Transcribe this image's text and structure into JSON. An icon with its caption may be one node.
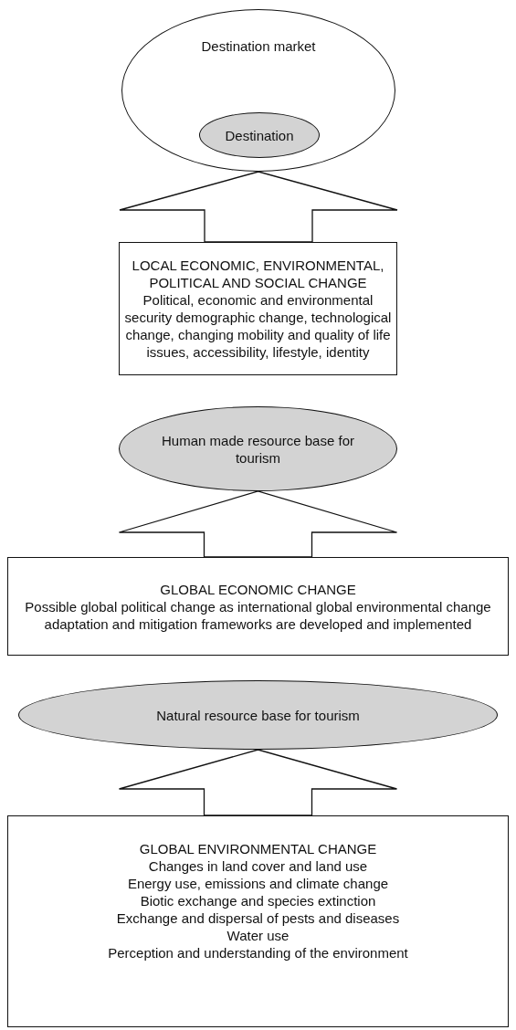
{
  "diagram": {
    "nodes": [
      {
        "text": [
          "Destination market"
        ]
      },
      {
        "text": [
          "Destination"
        ],
        "in": 0
      },
      {
        "text": [
          "LOCAL ECONOMIC, ENVIRONMENTAL, POLITICAL AND SOCIAL CHANGE",
          "Political, economic and environmental security demographic change, technological change, changing mobility and quality of life issues, accessibility, lifestyle, identity"
        ]
      },
      {
        "text": [
          "Human made resource base for tourism"
        ]
      },
      {
        "text": [
          "GLOBAL ECONOMIC CHANGE",
          "Possible global political change as international global environmental change adaptation and mitigation frameworks are developed and implemented"
        ]
      },
      {
        "text": [
          "Natural resource base for tourism"
        ]
      },
      {
        "text": [
          "GLOBAL ENVIRONMENTAL CHANGE",
          "Changes in land cover and land use",
          "Energy use, emissions and climate change",
          "Biotic exchange and species extinction",
          "Exchange and dispersal of pests and diseases",
          "Water use",
          "Perception and understanding of the environment"
        ]
      }
    ],
    "edges": [
      {
        "from": 2,
        "to": 0,
        "arrow": "to"
      },
      {
        "from": 4,
        "to": 3,
        "arrow": "to"
      },
      {
        "from": 6,
        "to": 5,
        "arrow": "to"
      }
    ]
  }
}
